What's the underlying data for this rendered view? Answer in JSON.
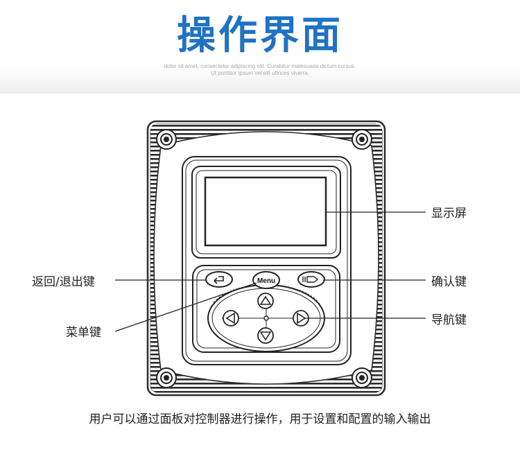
{
  "header": {
    "title": "操作界面",
    "subtitle_line1": "dolor sit amet, consectetur adipiscing elit. Curabitur malesuada dictum cursus.",
    "subtitle_line2": "Ut porttitor ipsum vel elit ultrices viverra."
  },
  "device": {
    "menu_key_text": "Menu"
  },
  "callouts": {
    "display": "显示屏",
    "back_exit_key": "返回/退出键",
    "confirm_key": "确认键",
    "menu_key": "菜单键",
    "nav_key": "导航键"
  },
  "caption": "用户可以通过面板对控制器进行操作，用于设置和配置的输入输出",
  "colors": {
    "title": "#1f72c4",
    "line": "#222222"
  }
}
